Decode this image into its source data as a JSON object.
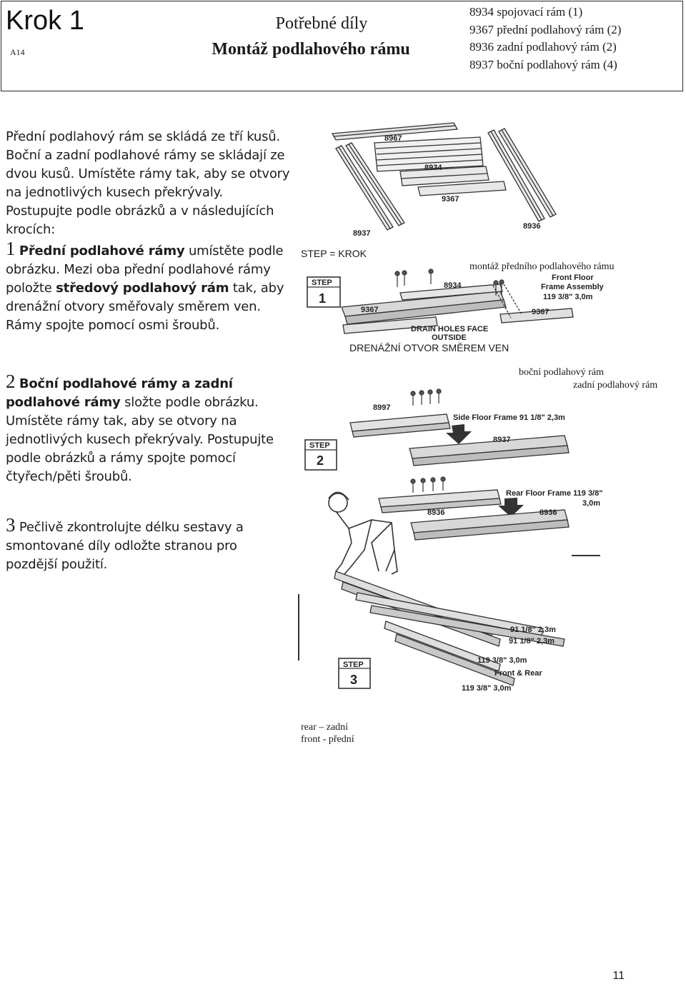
{
  "header": {
    "step_title": "Krok 1",
    "code": "A14",
    "parts_title": "Potřebné díly",
    "section_title": "Montáž podlahového rámu",
    "parts": [
      "8934 spojovací rám (1)",
      "9367 přední podlahový rám (2)",
      "8936 zadní podlahový rám (2)",
      "8937 boční podlahový rám (4)"
    ]
  },
  "intro": {
    "text": "Přední podlahový rám se skládá ze tří kusů. Boční a zadní podlahové rámy se skládají ze dvou kusů. Umístěte rámy tak, aby se otvory na jednotlivých kusech překrývaly. Postupujte podle obrázků a v následujících krocích:"
  },
  "step1": {
    "num": "1",
    "bold1": "Přední podlahové rámy",
    "text1": " umístěte podle obrázku. Mezi oba přední podlahové rámy položte ",
    "bold2": "středový podlahový rám",
    "text2": " tak, aby drenážní otvory směřovaly směrem ven. Rámy spojte pomocí osmi šroubů."
  },
  "step2": {
    "num": "2",
    "bold1": "Boční podlahové rámy a zadní podlahové rámy",
    "text1": " složte podle obrázku. Umístěte rámy tak, aby se otvory na jednotlivých kusech překrývaly. Postupujte podle obrázků a rámy spojte pomocí čtyřech/pěti šroubů."
  },
  "step3": {
    "num": "3",
    "text1": " Pečlivě zkontrolujte délku sestavy a smontované díly odložte stranou pro pozdější použití."
  },
  "labels": {
    "step_eq": "STEP = KROK",
    "front_assembly_cz": "montáž předního podlahového rámu",
    "drain_cz": "DRENÁŽNÍ OTVOR SMĚREM VEN",
    "side_cz": "boční podlahový rám",
    "rear_cz": "zadní podlahový rám",
    "rear_gloss": "rear – zadní",
    "front_gloss": "front - přední"
  },
  "art1": {
    "step_word": "STEP",
    "step_num": "1",
    "p8967a": "8967",
    "p8934a": "8934",
    "p9367": "9367",
    "p8937": "8937",
    "p8936": "8936",
    "p8934b": "8934",
    "p9367b": "9367",
    "p9367c": "9367",
    "front_floor": "Front Floor",
    "frame_assembly": "Frame Assembly",
    "dims": "119 3/8\"  3,0m",
    "drain": "DRAIN HOLES FACE",
    "outside": "OUTSIDE"
  },
  "art2": {
    "step_word": "STEP",
    "step_num": "2",
    "p8997": "8997",
    "side_frame": "Side Floor Frame 91 1/8\" 2,3m",
    "p8937": "8937",
    "rear_frame": "Rear Floor Frame 119 3/8\"",
    "rear_m": "3,0m",
    "p8936a": "8936",
    "p8936b": "8936"
  },
  "art3": {
    "step_word": "STEP",
    "step_num": "3",
    "d1": "91 1/8\"  2,3m",
    "d2": "91 1/8\"  2,3m",
    "d3": "119 3/8\"  3,0m",
    "front_rear": "Front & Rear",
    "d4": "119 3/8\"  3,0m"
  },
  "page_number": "11"
}
